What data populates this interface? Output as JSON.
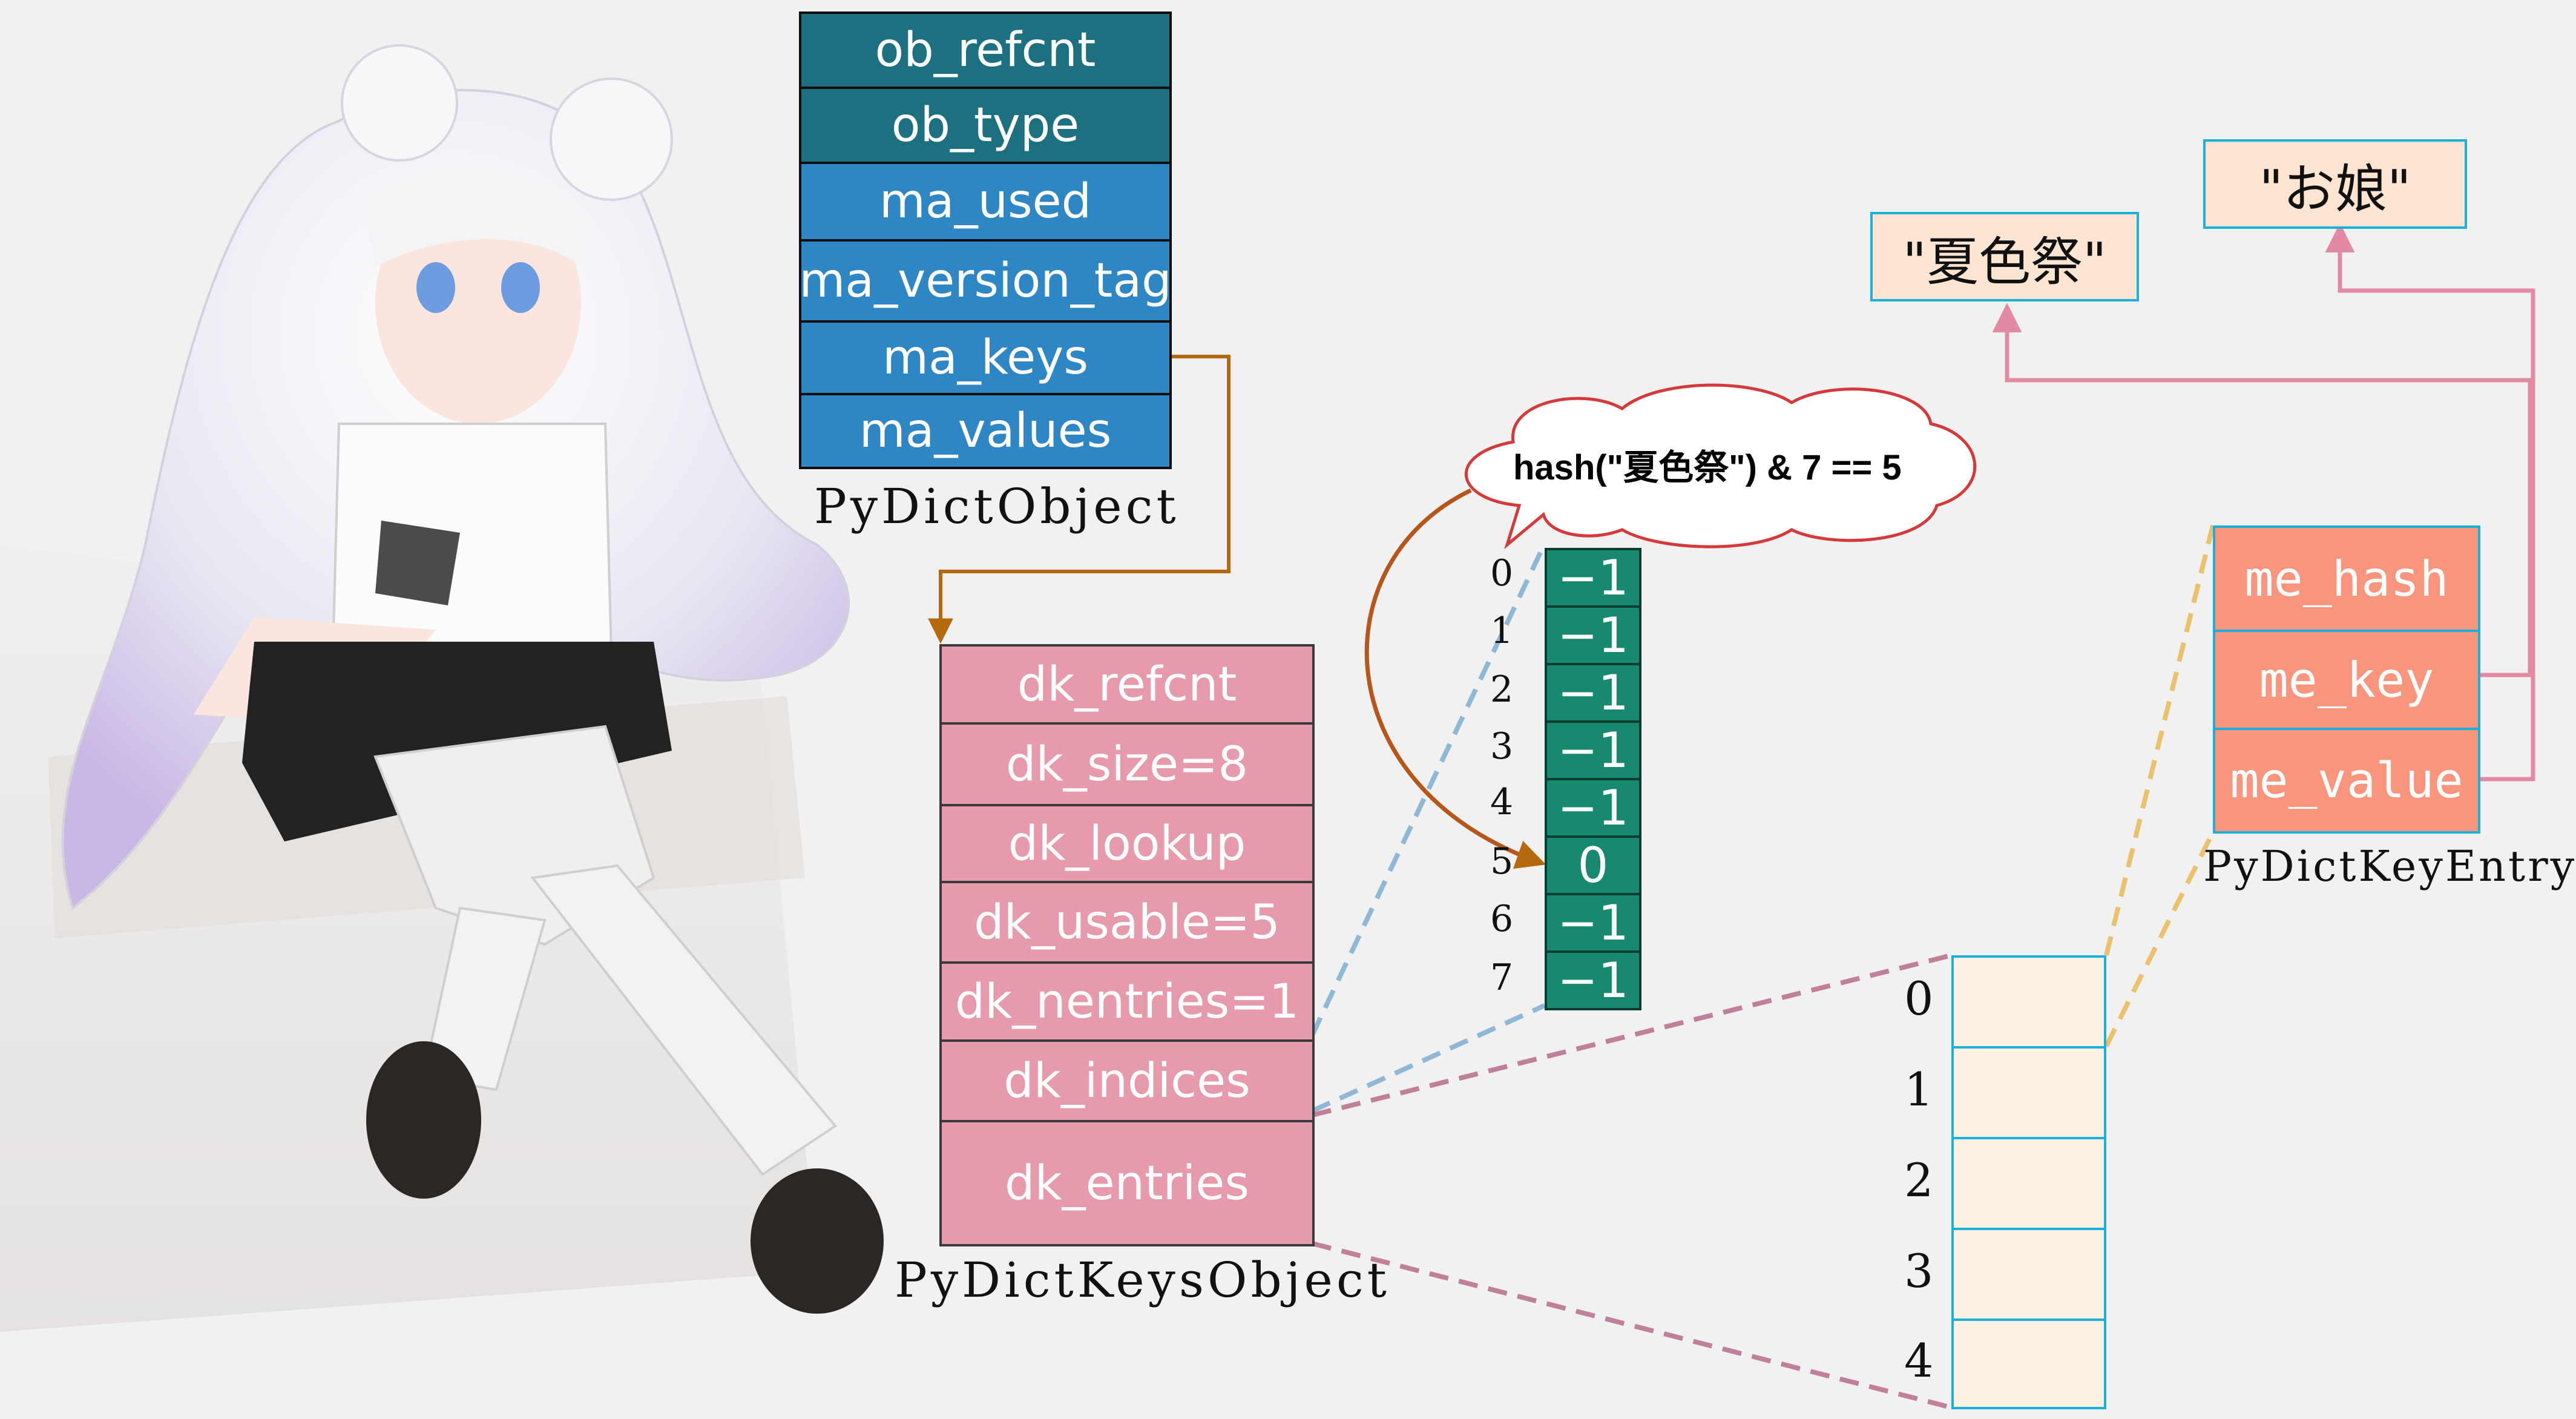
{
  "py_dict_object": {
    "label": "PyDictObject",
    "fields": [
      "ob_refcnt",
      "ob_type",
      "ma_used",
      "ma_version_tag",
      "ma_keys",
      "ma_values"
    ]
  },
  "py_dict_keys_object": {
    "label": "PyDictKeysObject",
    "fields": [
      "dk_refcnt",
      "dk_size=8",
      "dk_lookup",
      "dk_usable=5",
      "dk_nentries=1",
      "dk_indices",
      "dk_entries"
    ]
  },
  "hash_bubble": {
    "text": "hash(\"夏色祭\") & 7 == 5"
  },
  "indices": {
    "positions": [
      "0",
      "1",
      "2",
      "3",
      "4",
      "5",
      "6",
      "7"
    ],
    "values": [
      "−1",
      "−1",
      "−1",
      "−1",
      "−1",
      "0",
      "−1",
      "−1"
    ]
  },
  "entries": {
    "positions": [
      "0",
      "1",
      "2",
      "3",
      "4"
    ]
  },
  "py_dict_key_entry": {
    "label": "PyDictKeyEntry",
    "fields": [
      "me_hash",
      "me_key",
      "me_value"
    ]
  },
  "key_string": "\"夏色祭\"",
  "value_string": "\"お娘\"",
  "colors": {
    "header_teal": "#1d7080",
    "field_blue": "#2e86c4",
    "keys_pink": "#e79aab",
    "indices_green": "#17896e",
    "entry_orange": "#f8957c",
    "string_peach": "#fde5d1",
    "arrow_brown": "#b5690f",
    "arrow_pink": "#e28aa3"
  }
}
